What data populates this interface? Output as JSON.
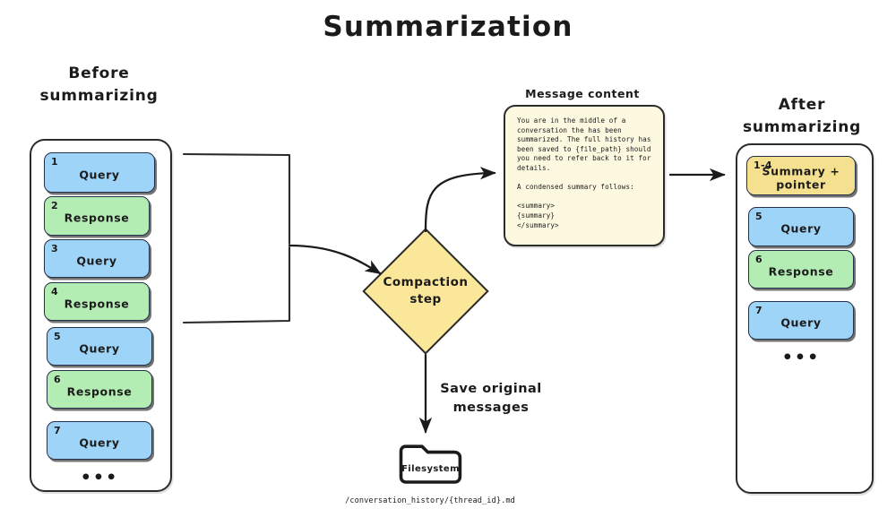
{
  "title": "Summarization",
  "colors": {
    "query": "#9ed4f8",
    "response": "#b4edb4",
    "summary": "#f5e08f",
    "diamond": "#fbe79a",
    "message_panel": "#fdf8e0",
    "stroke": "#2b2b2b"
  },
  "before": {
    "heading": "Before\nsummarizing",
    "ellipsis": "•••",
    "messages": [
      {
        "num": "1",
        "label": "Query",
        "kind": "query"
      },
      {
        "num": "2",
        "label": "Response",
        "kind": "response"
      },
      {
        "num": "3",
        "label": "Query",
        "kind": "query"
      },
      {
        "num": "4",
        "label": "Response",
        "kind": "response"
      },
      {
        "num": "5",
        "label": "Query",
        "kind": "query"
      },
      {
        "num": "6",
        "label": "Response",
        "kind": "response"
      },
      {
        "num": "7",
        "label": "Query",
        "kind": "query"
      }
    ]
  },
  "after": {
    "heading": "After\nsummarizing",
    "ellipsis": "•••",
    "messages": [
      {
        "num": "1-4",
        "label": "Summary +\npointer",
        "kind": "summary"
      },
      {
        "num": "5",
        "label": "Query",
        "kind": "query"
      },
      {
        "num": "6",
        "label": "Response",
        "kind": "response"
      },
      {
        "num": "7",
        "label": "Query",
        "kind": "query"
      }
    ]
  },
  "message_content": {
    "caption": "Message content",
    "body": "You are in the middle of a\nconversation the has been\nsummarized. The full history has\nbeen saved to {file_path} should\nyou need to refer back to it for\ndetails.\n\nA condensed summary follows:\n\n<summary>\n{summary}\n</summary>"
  },
  "compaction": {
    "label": "Compaction\nstep"
  },
  "filesystem": {
    "label": "Filesystem",
    "path": "/conversation_history/{thread_id}.md",
    "edge_label": "Save original\nmessages"
  }
}
